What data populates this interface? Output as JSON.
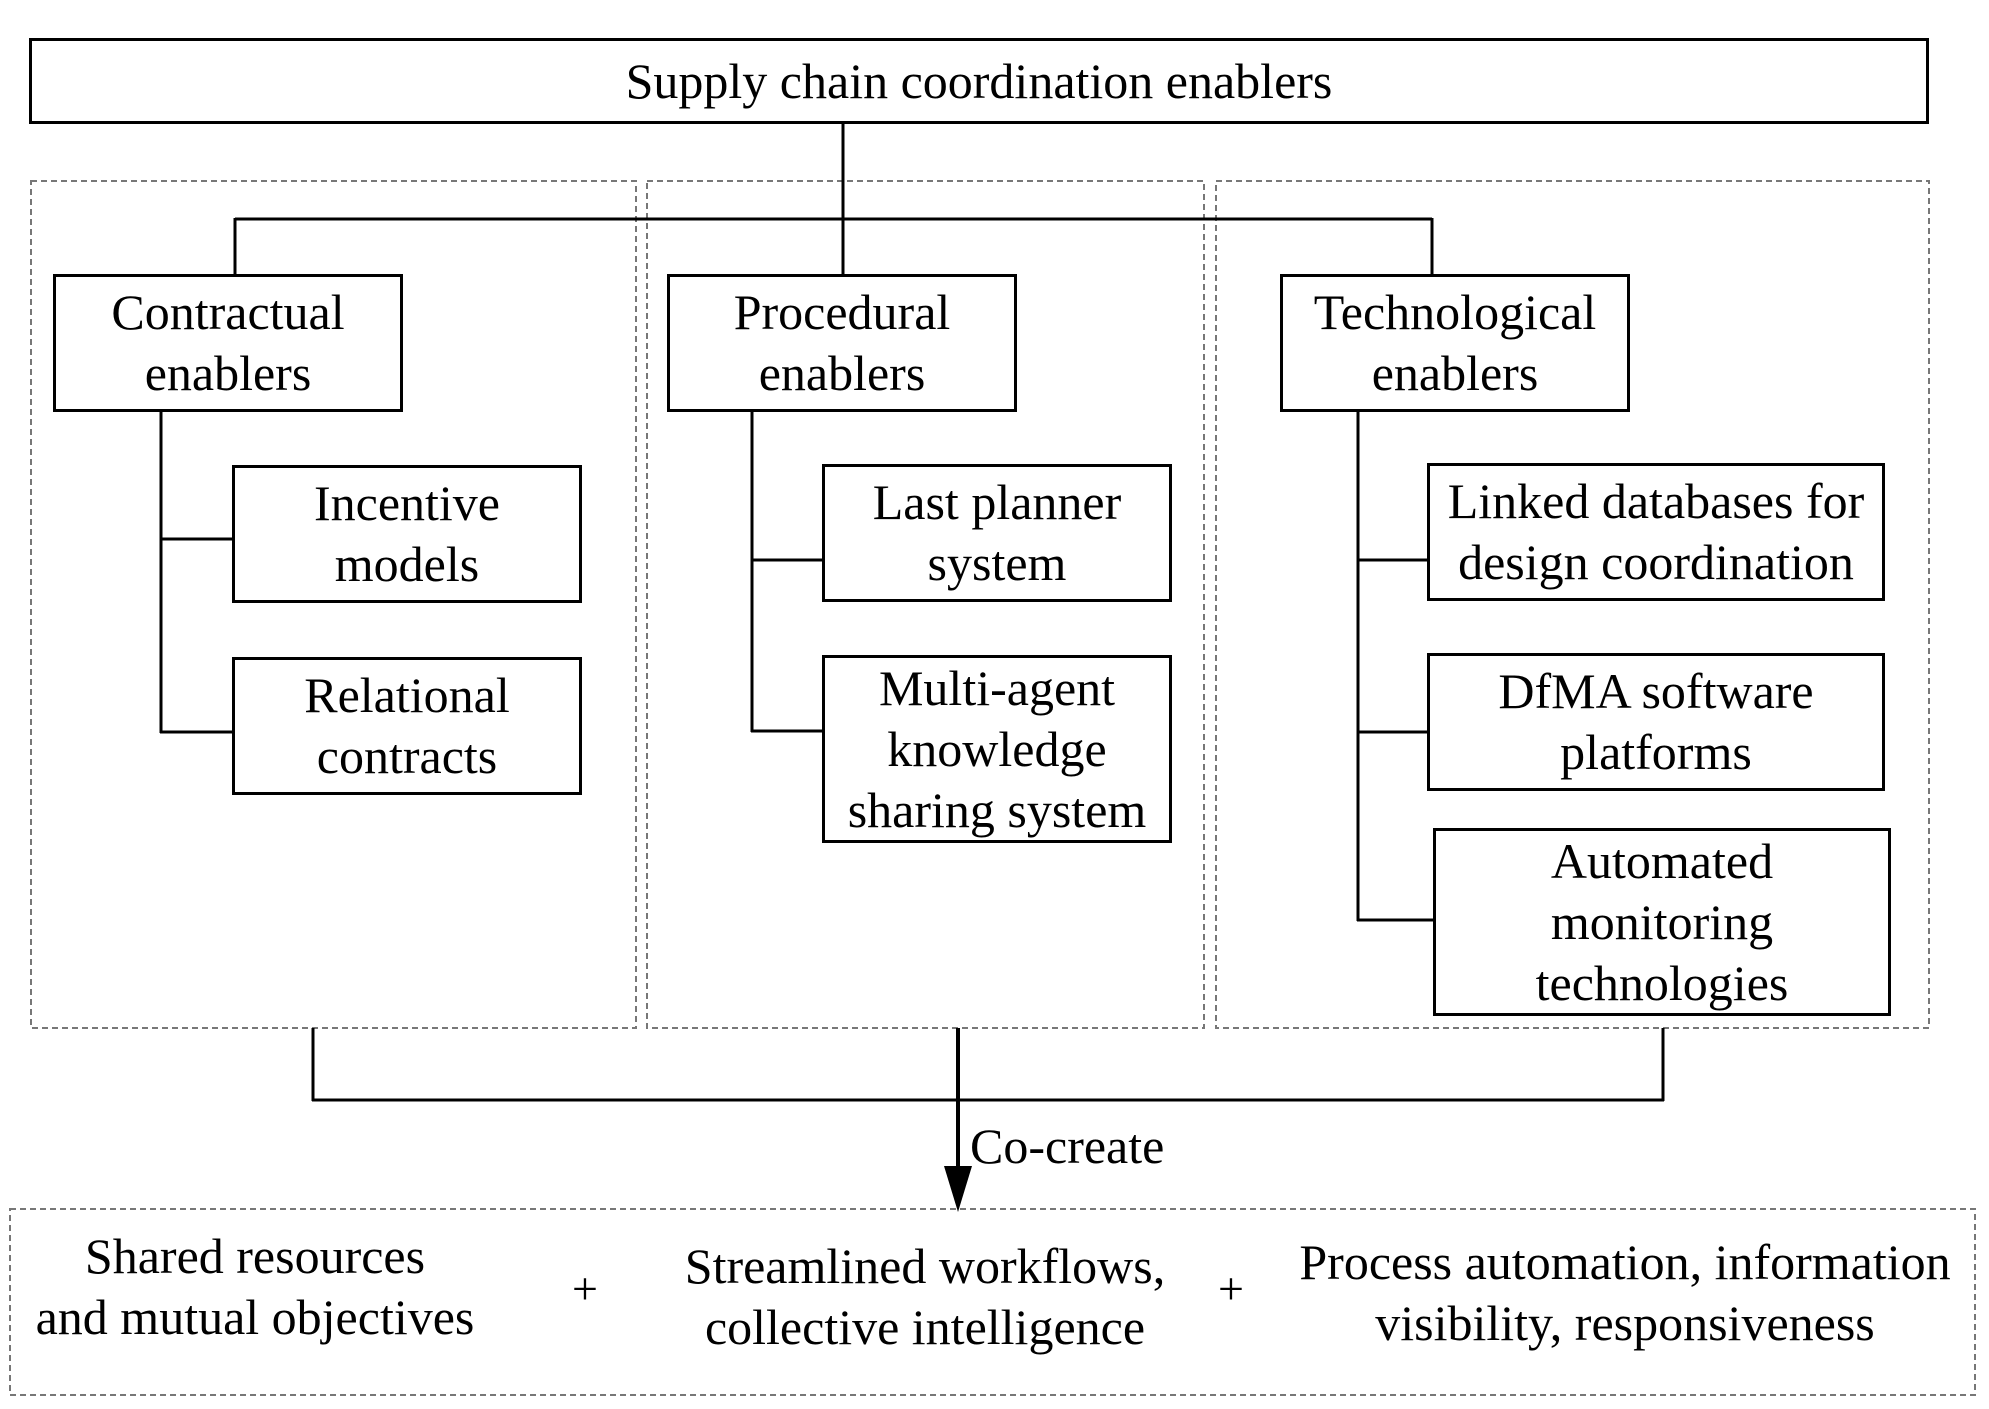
{
  "diagram": {
    "title": "Supply chain coordination enablers",
    "categories": [
      {
        "name": "Contractual\nenablers",
        "items": [
          "Incentive\nmodels",
          "Relational\ncontracts"
        ]
      },
      {
        "name": "Procedural\nenablers",
        "items": [
          "Last planner\nsystem",
          "Multi-agent\nknowledge\nsharing system"
        ]
      },
      {
        "name": "Technological\nenablers",
        "items": [
          "Linked databases for\ndesign coordination",
          "DfMA software\nplatforms",
          "Automated\nmonitoring\ntechnologies"
        ]
      }
    ],
    "arrow_label": "Co-create",
    "outcomes": [
      "Shared resources\nand mutual objectives",
      "Streamlined workflows,\ncollective intelligence",
      "Process automation, information\nvisibility, responsiveness"
    ],
    "plus_sign": "+"
  }
}
